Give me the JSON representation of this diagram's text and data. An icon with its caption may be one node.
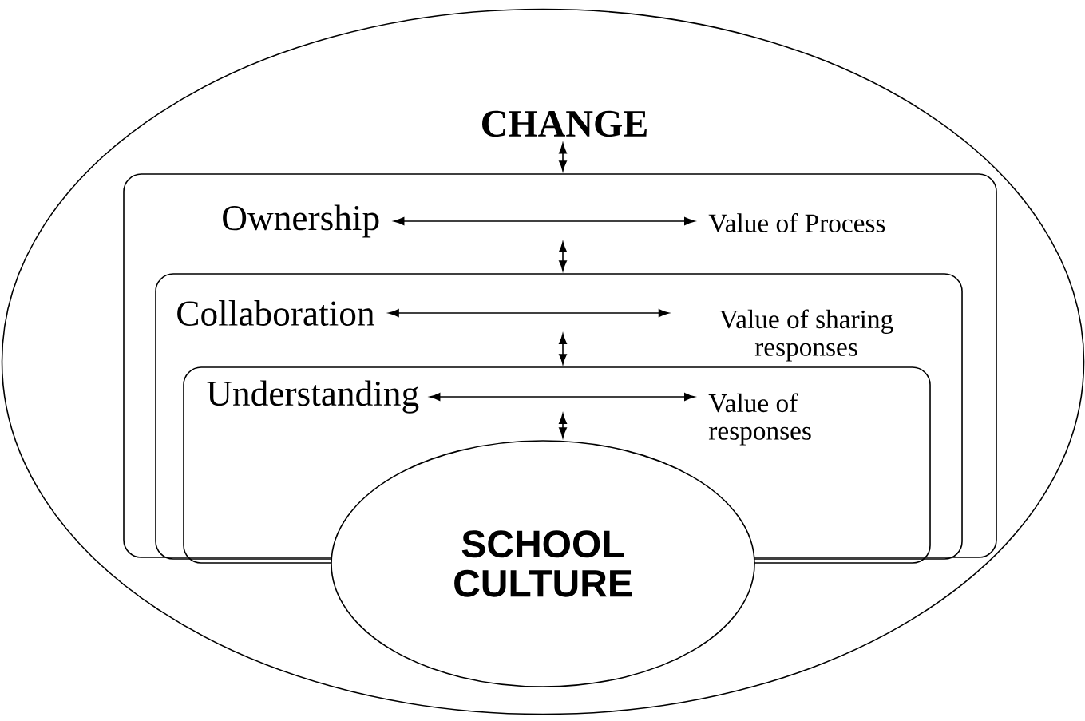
{
  "diagram": {
    "nodes": [
      {
        "text": [],
        "shape": "ellipse"
      },
      {
        "text": [
          "CHANGE"
        ],
        "in": 0
      },
      {
        "text": [],
        "shape": "box",
        "in": 0
      },
      {
        "text": [
          "Ownership"
        ],
        "in": 2
      },
      {
        "text": [
          "Value of Process"
        ],
        "in": 2
      },
      {
        "text": [],
        "shape": "box",
        "in": 2
      },
      {
        "text": [
          "Collaboration"
        ],
        "in": 5
      },
      {
        "text": [
          "Value of sharing responses"
        ],
        "in": 5
      },
      {
        "text": [],
        "shape": "box",
        "in": 5
      },
      {
        "text": [
          "Understanding"
        ],
        "in": 8
      },
      {
        "text": [
          "Value of responses"
        ],
        "in": 8
      },
      {
        "text": [
          "SCHOOL CULTURE"
        ],
        "in": 0
      }
    ],
    "edges": [
      {
        "from": 3,
        "to": 4,
        "arrow": "both"
      },
      {
        "from": 6,
        "to": 7,
        "arrow": "both"
      },
      {
        "from": 9,
        "to": 10,
        "arrow": "both"
      },
      {
        "from": 1,
        "to": 2,
        "arrow": "both"
      },
      {
        "from": null,
        "to": 5,
        "arrow": "both"
      },
      {
        "from": null,
        "to": 8,
        "arrow": "both"
      },
      {
        "from": null,
        "to": 11,
        "arrow": "both"
      }
    ]
  }
}
